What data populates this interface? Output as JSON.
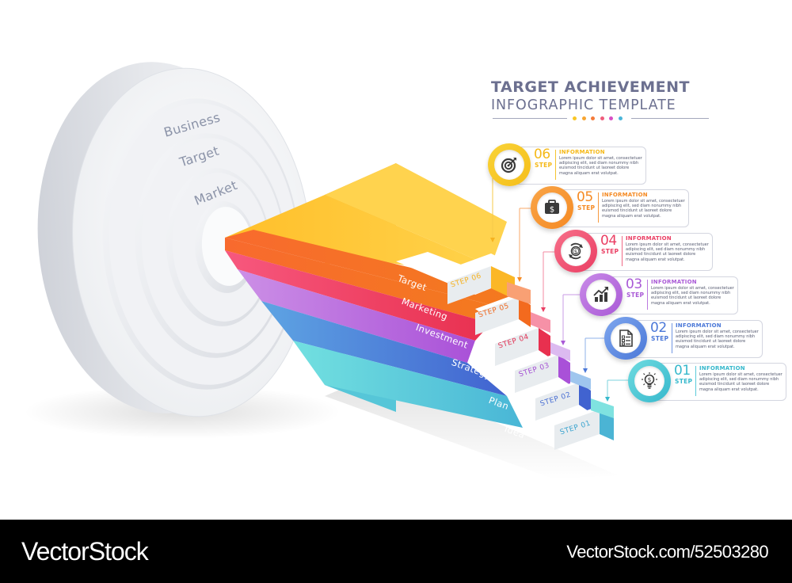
{
  "title": {
    "line1": "TARGET ACHIEVEMENT",
    "line2": "INFOGRAPHIC TEMPLATE",
    "dot_colors": [
      "#f9c626",
      "#f7a531",
      "#f47b3a",
      "#ef5d7c",
      "#d84fc4",
      "#4ab5d9"
    ]
  },
  "target": {
    "rings": [
      "Business",
      "Target",
      "Market"
    ],
    "color": "#e8eaee"
  },
  "stairs": [
    {
      "label": "Target",
      "step": "STEP 06",
      "color": "#fbb726"
    },
    {
      "label": "Marketing",
      "step": "STEP 05",
      "color": "#f4741f"
    },
    {
      "label": "Investment",
      "step": "STEP 04",
      "color": "#ea3a5f"
    },
    {
      "label": "Strategy",
      "step": "STEP 03",
      "color": "#b463dc"
    },
    {
      "label": "Plan",
      "step": "STEP 02",
      "color": "#4d73d6"
    },
    {
      "label": "Idea",
      "step": "STEP 01",
      "color": "#4ec5d6"
    }
  ],
  "cards": [
    {
      "num": "06",
      "step": "STEP",
      "heading": "INFORMATION",
      "body": "Lorem ipsum dolor sit amet, consectetuer adipiscing elit, sed diam nonummy nibh euismod tincidunt ut laoreet dolore magna aliquam erat volutpat.",
      "icon": "target-dart-icon",
      "color": "#f5be1a",
      "color2": "#f9d338"
    },
    {
      "num": "05",
      "step": "STEP",
      "heading": "INFORMATION",
      "body": "Lorem ipsum dolor sit amet, consectetuer adipiscing elit, sed diam nonummy nibh euismod tincidunt ut laoreet dolore magna aliquam erat volutpat.",
      "icon": "money-briefcase-icon",
      "color": "#f58a23",
      "color2": "#f9a548"
    },
    {
      "num": "04",
      "step": "STEP",
      "heading": "INFORMATION",
      "body": "Lorem ipsum dolor sit amet, consectetuer adipiscing elit, sed diam nonummy nibh euismod tincidunt ut laoreet dolore magna aliquam erat volutpat.",
      "icon": "money-cycle-icon",
      "color": "#ea3e63",
      "color2": "#f7708a"
    },
    {
      "num": "03",
      "step": "STEP",
      "heading": "INFORMATION",
      "body": "Lorem ipsum dolor sit amet, consectetuer adipiscing elit, sed diam nonummy nibh euismod tincidunt ut laoreet dolore magna aliquam erat volutpat.",
      "icon": "growth-chart-icon",
      "color": "#a959d6",
      "color2": "#c98be8"
    },
    {
      "num": "02",
      "step": "STEP",
      "heading": "INFORMATION",
      "body": "Lorem ipsum dolor sit amet, consectetuer adipiscing elit, sed diam nonummy nibh euismod tincidunt ut laoreet dolore magna aliquam erat volutpat.",
      "icon": "checklist-document-icon",
      "color": "#4b78d8",
      "color2": "#7ea6ee"
    },
    {
      "num": "01",
      "step": "STEP",
      "heading": "INFORMATION",
      "body": "Lorem ipsum dolor sit amet, consectetuer adipiscing elit, sed diam nonummy nibh euismod tincidunt ut laoreet dolore magna aliquam erat volutpat.",
      "icon": "idea-lightbulb-icon",
      "color": "#36b8cc",
      "color2": "#6fdbe0"
    }
  ],
  "footer": {
    "brand": "VectorStock",
    "url": "VectorStock.com/52503280"
  }
}
